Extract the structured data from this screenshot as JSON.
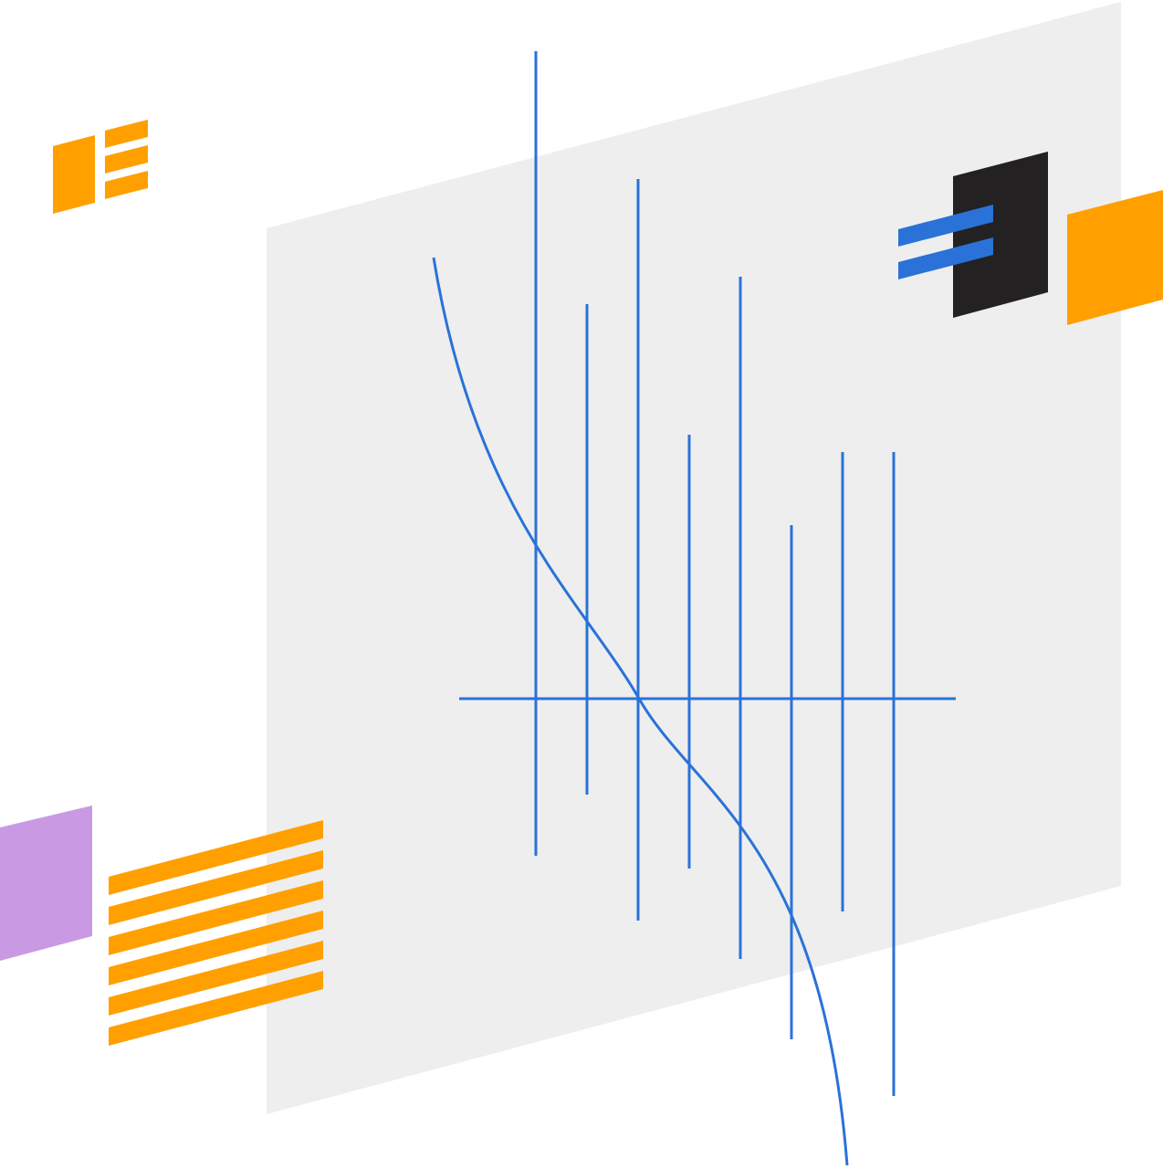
{
  "colors": {
    "background": "#ffffff",
    "panel": "#eeeeee",
    "orange": "#ffa000",
    "blue": "#2a72d8",
    "black": "#242122",
    "purple": "#c99ae3"
  },
  "decorations": [
    "list-icon",
    "stripe-block",
    "purple-tile",
    "orange-tile",
    "black-tile",
    "blue-bars",
    "curve",
    "vertical-lines",
    "horizontal-axis"
  ]
}
